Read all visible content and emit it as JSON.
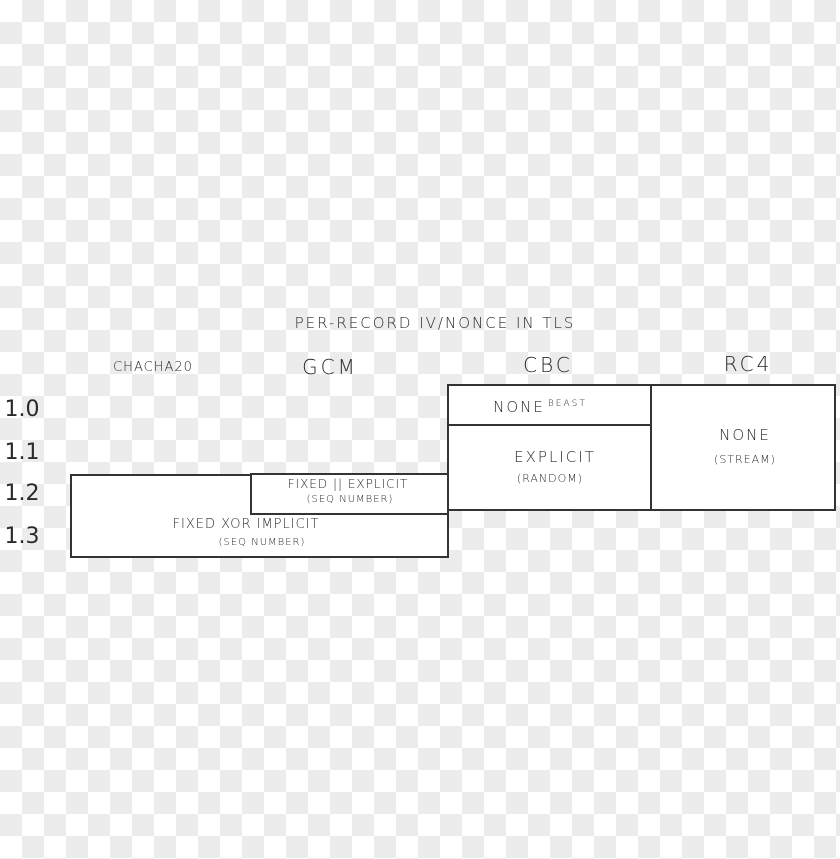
{
  "title": "Per-record IV/nonce in TLS",
  "columns": [
    "ChaCha20",
    "GCM",
    "CBC",
    "RC4"
  ],
  "rows": [
    "1.0",
    "1.1",
    "1.2",
    "1.3"
  ],
  "cells": {
    "cbc_old": {
      "label": "None",
      "sup": "BEAST"
    },
    "cbc_new": {
      "label": "Explicit",
      "sub": "(random)"
    },
    "rc4": {
      "label": "None",
      "sub": "(stream)"
    },
    "gcm_12": {
      "label": "Fixed || Explicit",
      "sub": "(seq number)"
    },
    "tls13": {
      "label": "Fixed xor Implicit",
      "sub": "(seq number)"
    }
  }
}
